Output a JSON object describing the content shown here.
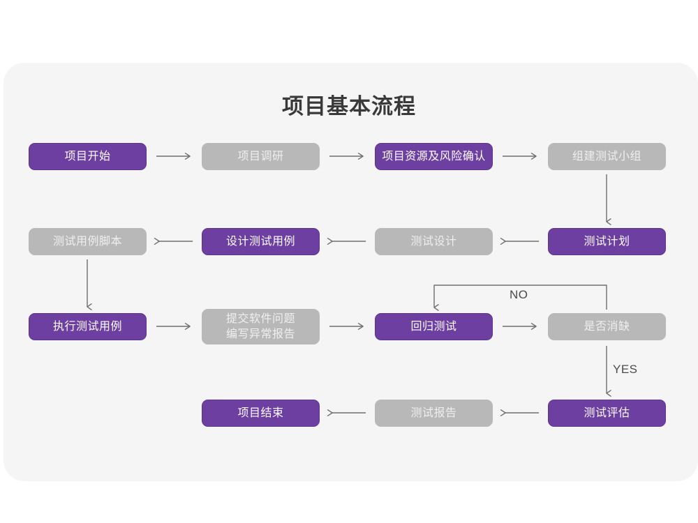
{
  "page": {
    "background_color": "#ffffff",
    "card_color": "#f5f5f6"
  },
  "title": "项目基本流程",
  "palette": {
    "purple": "#6c3fa1",
    "purple_border": "#5d3590",
    "gray": "#b8b8b8",
    "purple_text": "#ffffff",
    "gray_text": "#efefef",
    "connector": "#6e6e6e",
    "title_text": "#3a3a3a",
    "label_text": "#4a4a4a"
  },
  "nodes": [
    {
      "id": "n1",
      "label": "项目开始",
      "style": "purple",
      "row": 1,
      "col": 1
    },
    {
      "id": "n2",
      "label": "项目调研",
      "style": "gray",
      "row": 1,
      "col": 2
    },
    {
      "id": "n3",
      "label": "项目资源及风险确认",
      "style": "purple",
      "row": 1,
      "col": 3
    },
    {
      "id": "n4",
      "label": "组建测试小组",
      "style": "gray",
      "row": 1,
      "col": 4
    },
    {
      "id": "n5",
      "label": "测试用例脚本",
      "style": "gray",
      "row": 2,
      "col": 1
    },
    {
      "id": "n6",
      "label": "设计测试用例",
      "style": "purple",
      "row": 2,
      "col": 2
    },
    {
      "id": "n7",
      "label": "测试设计",
      "style": "gray",
      "row": 2,
      "col": 3
    },
    {
      "id": "n8",
      "label": "测试计划",
      "style": "purple",
      "row": 2,
      "col": 4
    },
    {
      "id": "n9",
      "label": "执行测试用例",
      "style": "purple",
      "row": 3,
      "col": 1
    },
    {
      "id": "n10",
      "label": "提交软件问题\n编写异常报告",
      "style": "gray",
      "row": 3,
      "col": 2
    },
    {
      "id": "n11",
      "label": "回归测试",
      "style": "purple",
      "row": 3,
      "col": 3
    },
    {
      "id": "n12",
      "label": "是否消缺",
      "style": "gray",
      "row": 3,
      "col": 4
    },
    {
      "id": "n13",
      "label": "项目结束",
      "style": "purple",
      "row": 4,
      "col": 2
    },
    {
      "id": "n14",
      "label": "测试报告",
      "style": "gray",
      "row": 4,
      "col": 3
    },
    {
      "id": "n15",
      "label": "测试评估",
      "style": "purple",
      "row": 4,
      "col": 4
    }
  ],
  "edge_labels": {
    "no": "NO",
    "yes": "YES"
  },
  "flow": {
    "row1_direction": "left-to-right",
    "row2_direction": "right-to-left",
    "row3_direction": "left-to-right",
    "row4_direction": "right-to-left",
    "decision_node": "是否消缺",
    "decision_no_target": "回归测试",
    "decision_yes_target": "测试评估"
  }
}
